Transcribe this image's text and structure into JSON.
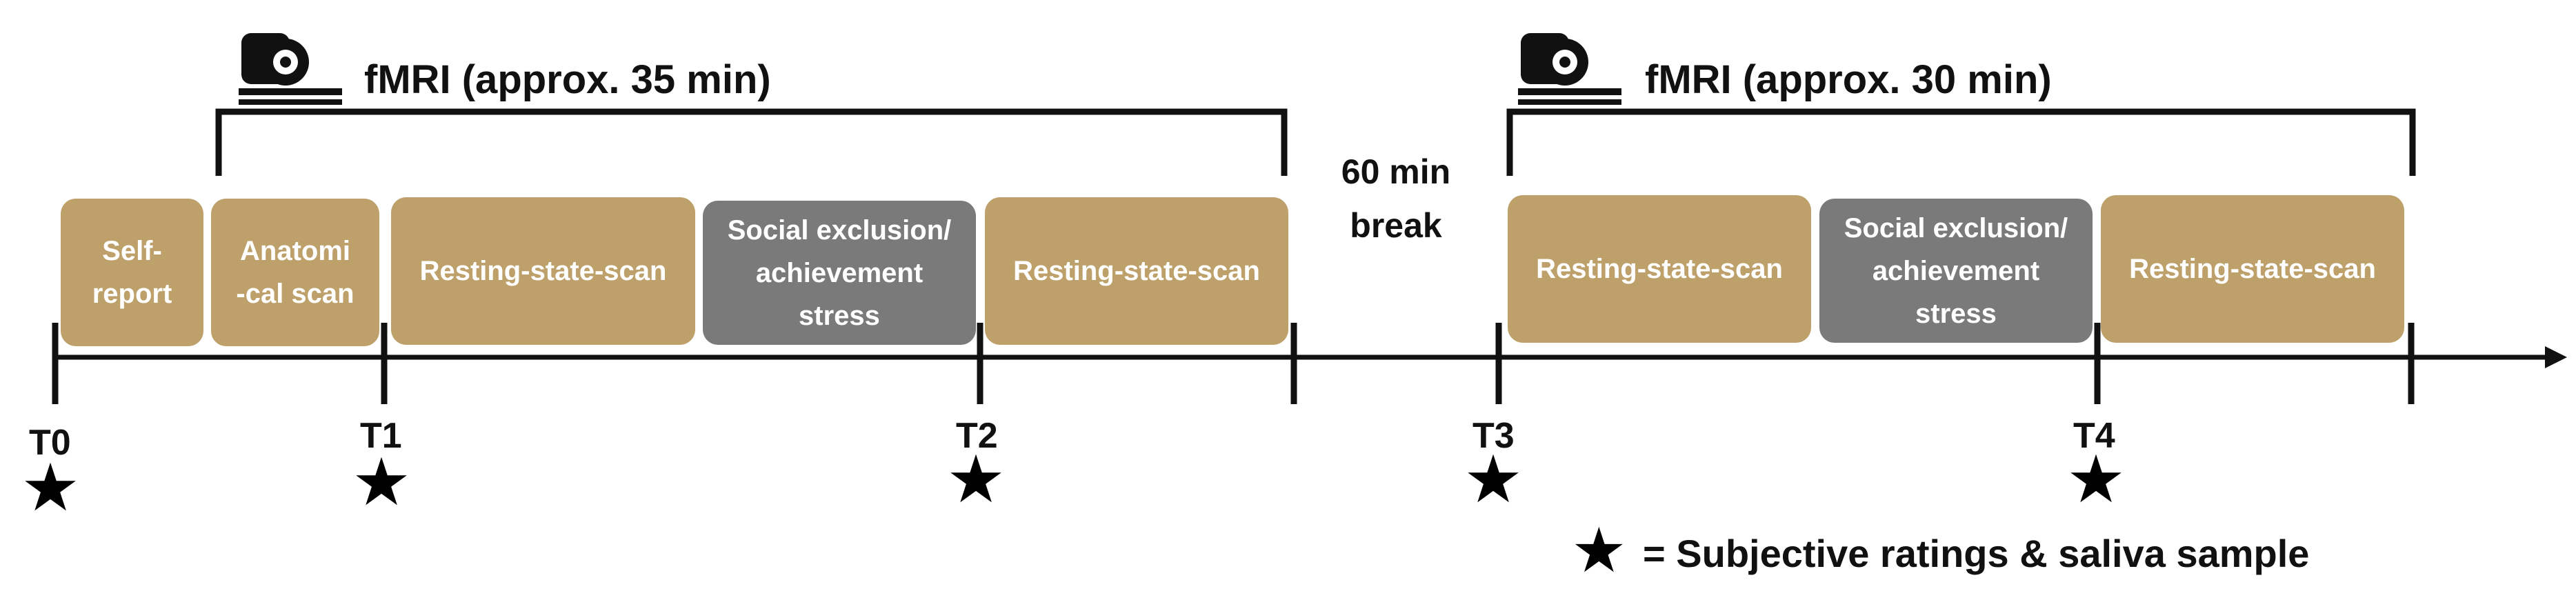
{
  "fmri_sessions": [
    {
      "title": "fMRI (approx. 35 min)",
      "icon": "mri-scanner-icon"
    },
    {
      "title": "fMRI (approx. 30 min)",
      "icon": "mri-scanner-icon"
    }
  ],
  "break": {
    "line1": "60 min",
    "line2": "break"
  },
  "blocks": [
    {
      "lines": [
        "Self-",
        "report"
      ],
      "color": "#bda06a"
    },
    {
      "lines": [
        "Anatomi",
        "-cal scan"
      ],
      "color": "#bda06a"
    },
    {
      "lines": [
        "Resting-state-scan"
      ],
      "color": "#bda06a"
    },
    {
      "lines": [
        "Social exclusion/",
        "achievement",
        "stress"
      ],
      "color": "#7a7a7a"
    },
    {
      "lines": [
        "Resting-state-scan"
      ],
      "color": "#bda06a"
    },
    {
      "lines": [
        "Resting-state-scan"
      ],
      "color": "#bda06a"
    },
    {
      "lines": [
        "Social exclusion/",
        "achievement",
        "stress"
      ],
      "color": "#7a7a7a"
    },
    {
      "lines": [
        "Resting-state-scan"
      ],
      "color": "#bda06a"
    }
  ],
  "timepoints": [
    "T0",
    "T1",
    "T2",
    "T3",
    "T4"
  ],
  "legend": {
    "symbol": "star-icon",
    "text": "= Subjective ratings & saliva sample"
  },
  "colors": {
    "tan": "#bda06a",
    "gray": "#7a7a7a",
    "line": "#111111"
  }
}
